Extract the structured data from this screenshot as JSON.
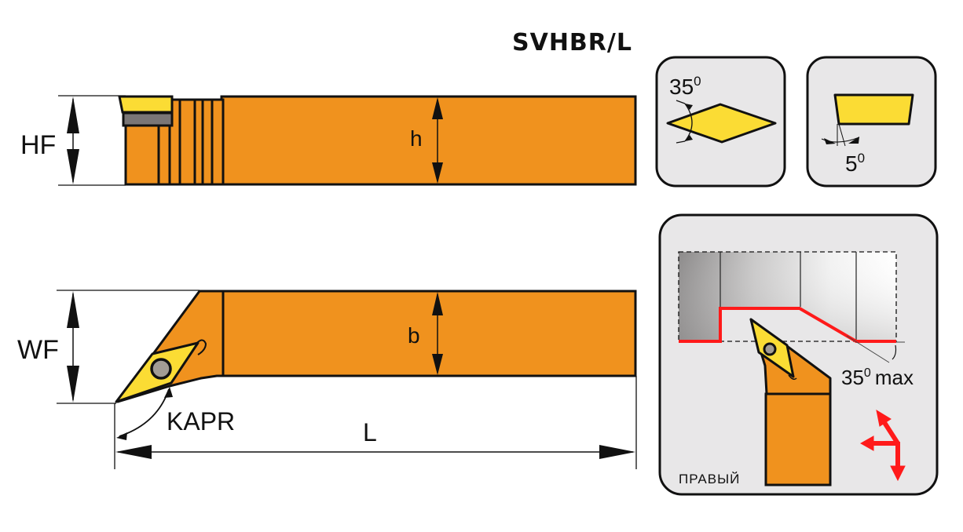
{
  "title": "SVHBR/L",
  "colors": {
    "holder": "#f0921e",
    "insert": "#fbdc34",
    "shim": "#7a7676",
    "screw": "#a29c94",
    "outline": "#111111",
    "panel": "#e8e7e8",
    "cut_path": "#ff1a1a"
  },
  "side_view": {
    "height_label": "HF",
    "shank_label": "h"
  },
  "top_view": {
    "width_label": "WF",
    "shank_label": "b",
    "angle_label": "KAPR",
    "length_label": "L"
  },
  "insert_shape_panel": {
    "angle": "35",
    "degree_mark": "0"
  },
  "clearance_panel": {
    "angle": "5",
    "degree_mark": "0"
  },
  "application_panel": {
    "angle_text": "35",
    "degree_mark": "0",
    "angle_suffix": "max",
    "hand_label": "ПРАВЫЙ"
  }
}
